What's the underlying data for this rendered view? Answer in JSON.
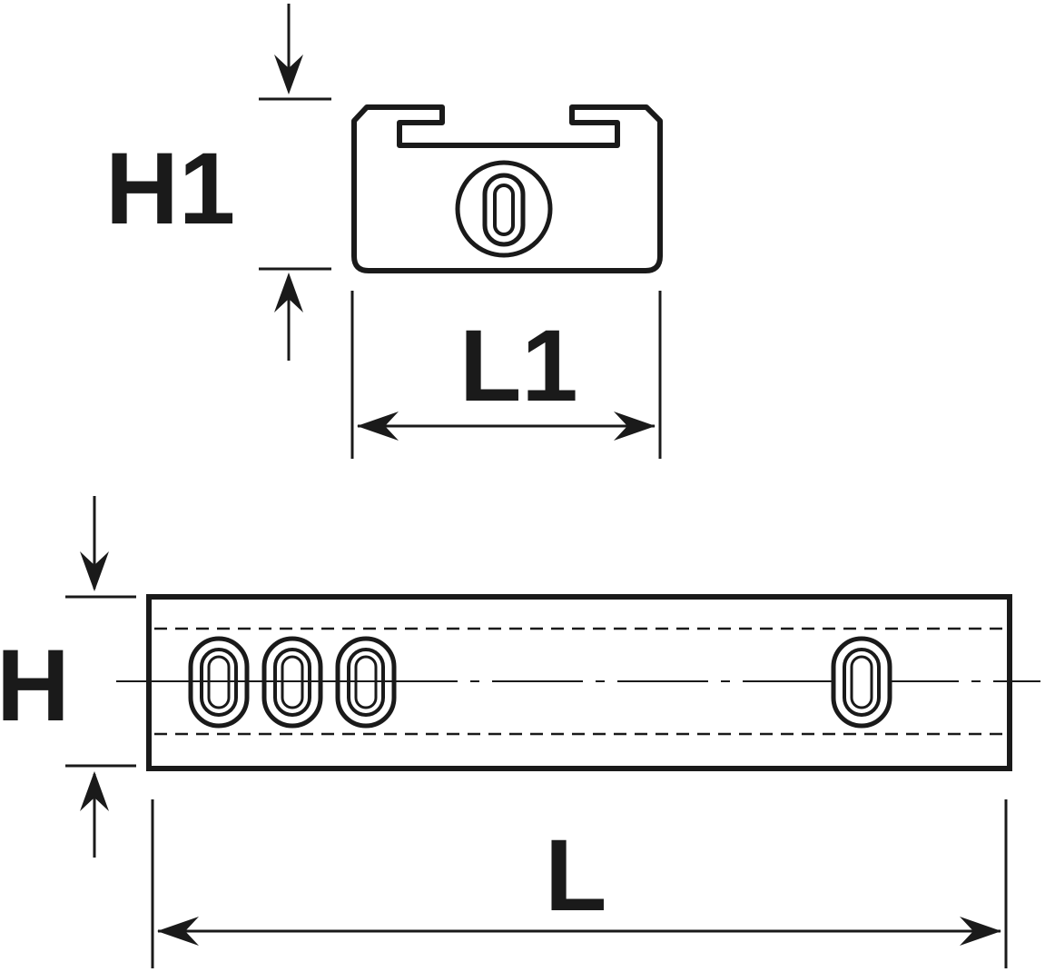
{
  "diagram": {
    "top_view": {
      "height_label": "H1",
      "length_label": "L1"
    },
    "side_view": {
      "height_label": "H",
      "length_label": "L"
    },
    "colors": {
      "ink": "#1a1a1a",
      "background": "#ffffff"
    }
  }
}
